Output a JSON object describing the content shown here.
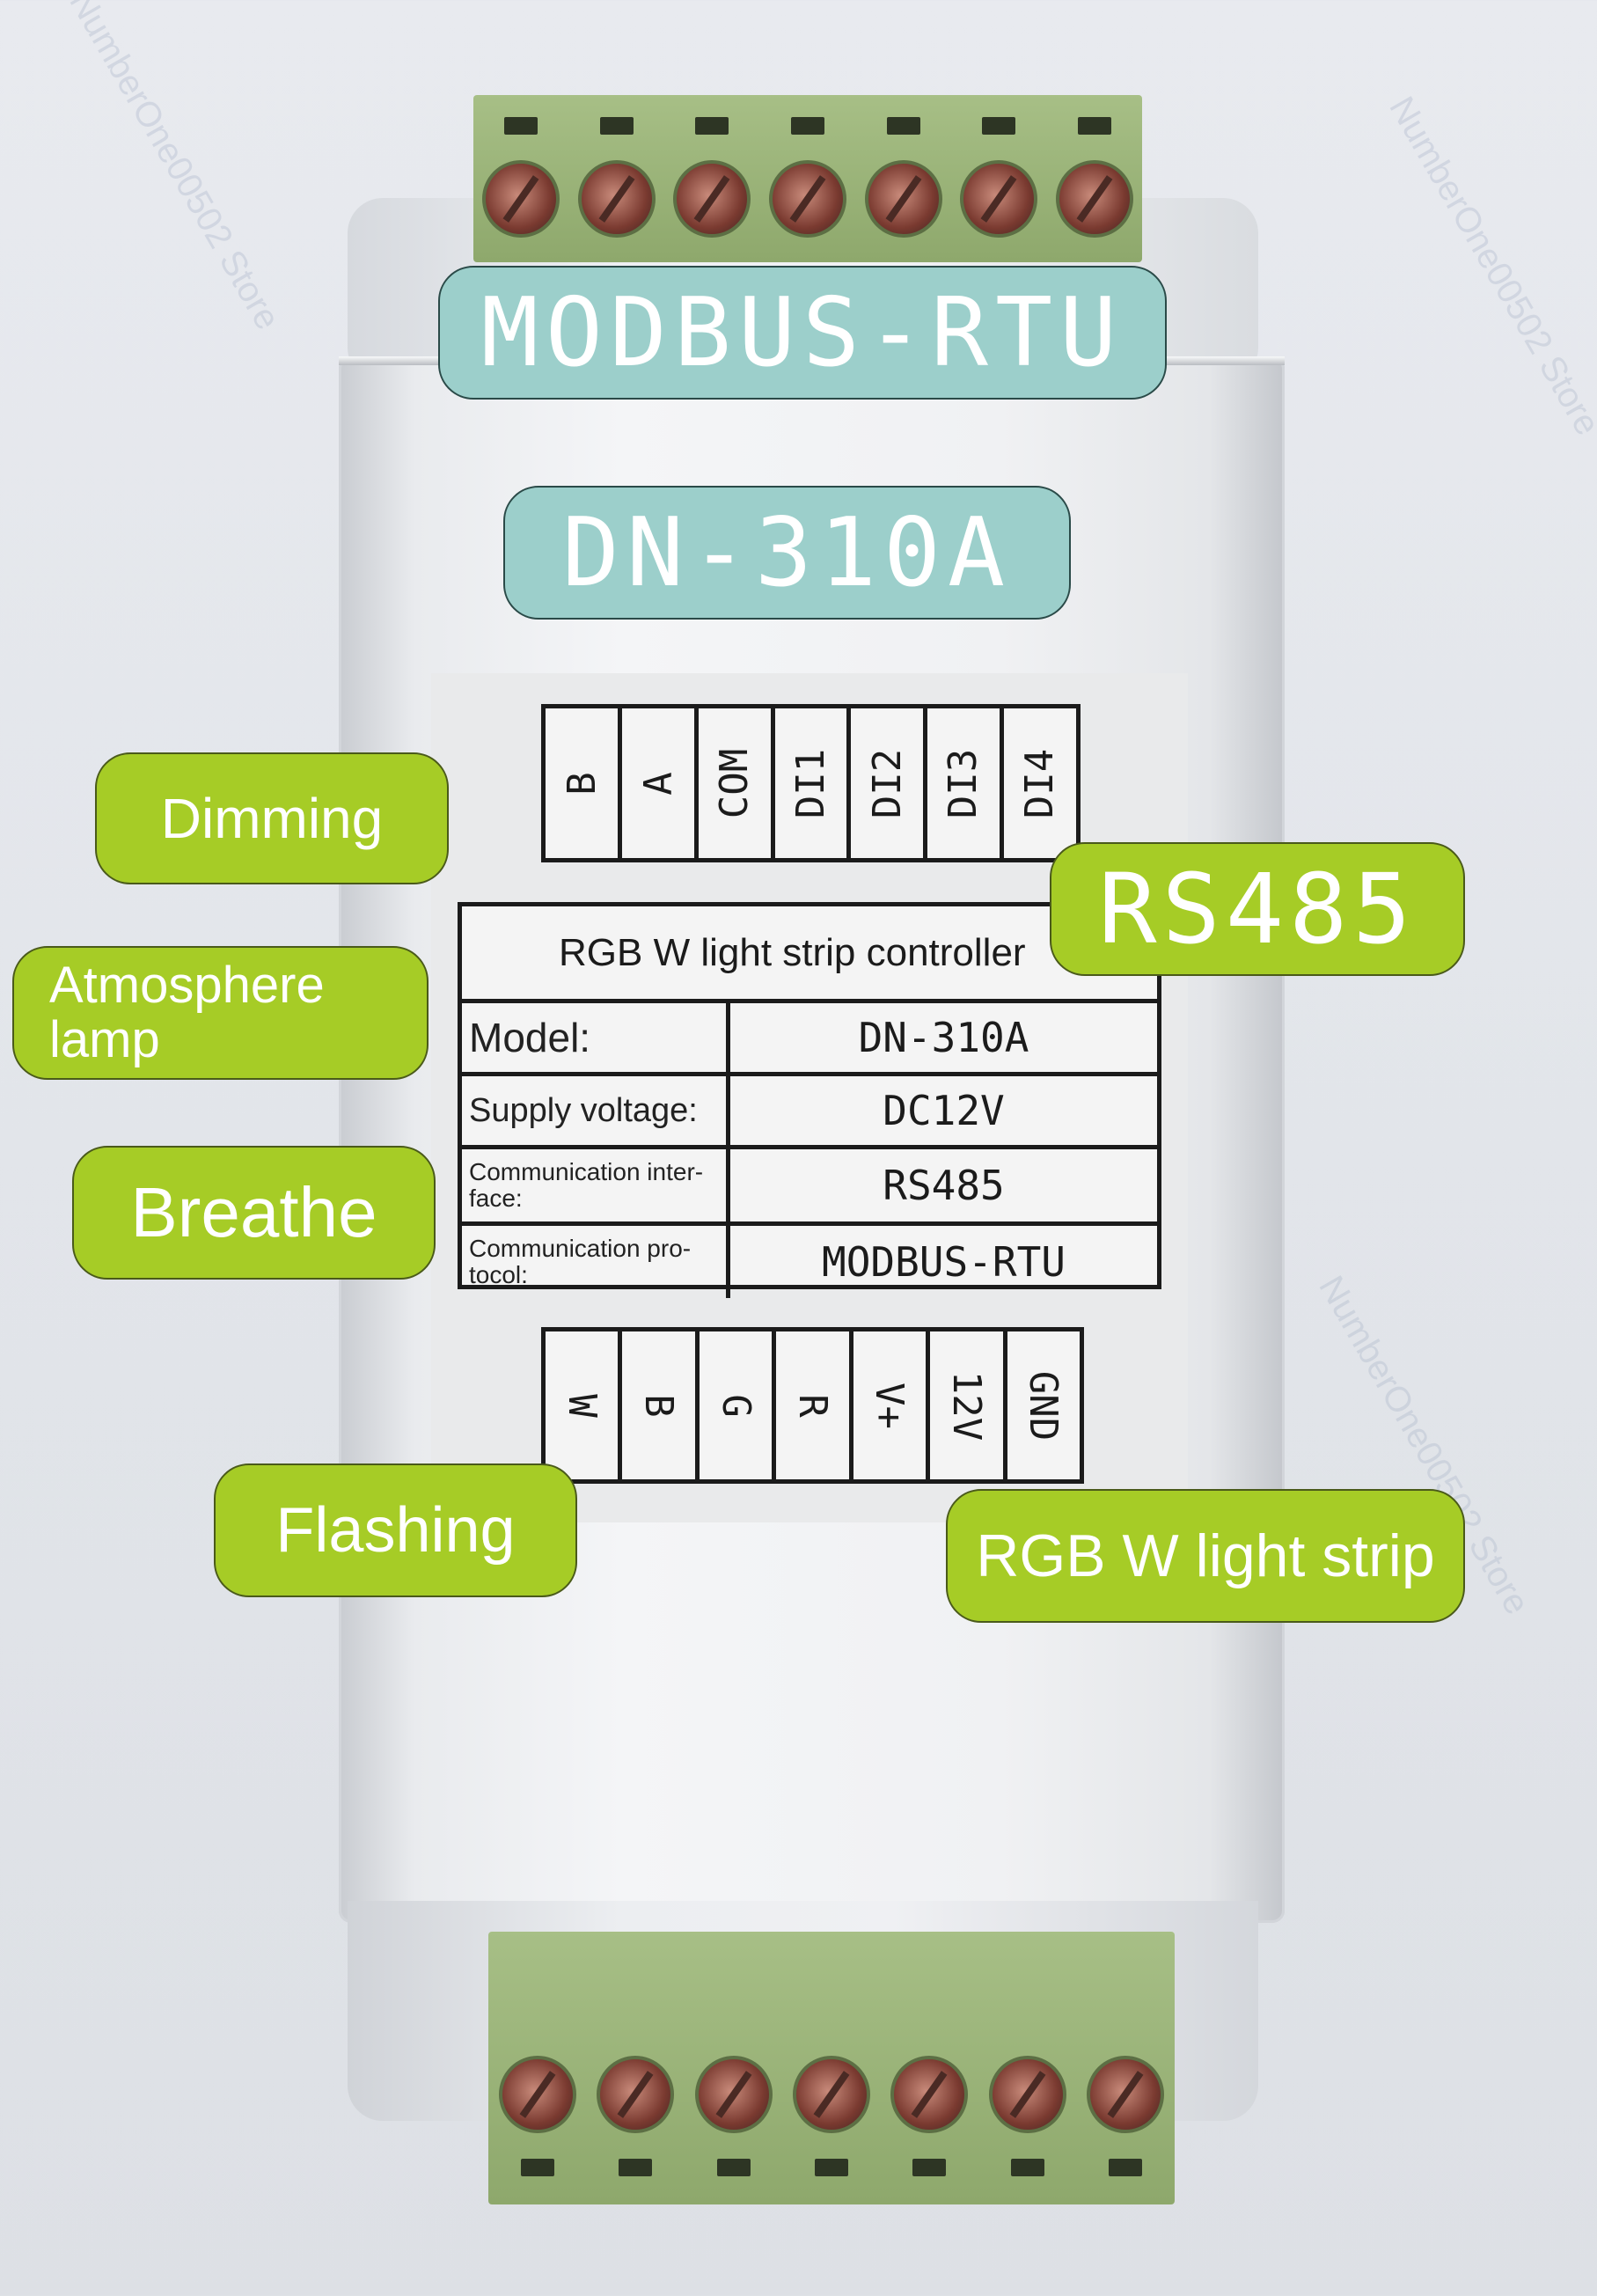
{
  "device": {
    "protocol_badge": "MODBUS-RTU",
    "model_badge": "DN-310A",
    "input_pins": [
      "B",
      "A",
      "COM",
      "DI1",
      "DI2",
      "DI3",
      "DI4"
    ],
    "output_pins": [
      "W",
      "B",
      "G",
      "R",
      "V+",
      "12V",
      "GND"
    ]
  },
  "spec_table": {
    "title": "RGB W light strip controller",
    "rows": [
      {
        "key": "Model:",
        "value": "DN-310A"
      },
      {
        "key": "Supply voltage:",
        "value": "DC12V"
      },
      {
        "key": "Communication inter-face:",
        "value": "RS485"
      },
      {
        "key": "Communication pro-tocol:",
        "value": "MODBUS-RTU"
      }
    ]
  },
  "callouts": {
    "dimming": "Dimming",
    "atmosphere": "Atmosphere lamp",
    "breathe": "Breathe",
    "flashing": "Flashing",
    "rs485": "RS485",
    "light_strip": "RGB W light strip"
  },
  "watermark": "NumberOne00502 Store",
  "colors": {
    "callout_green": "#a6cc26",
    "badge_teal": "#9ccfcb",
    "terminal_green": "#9bb47a"
  }
}
